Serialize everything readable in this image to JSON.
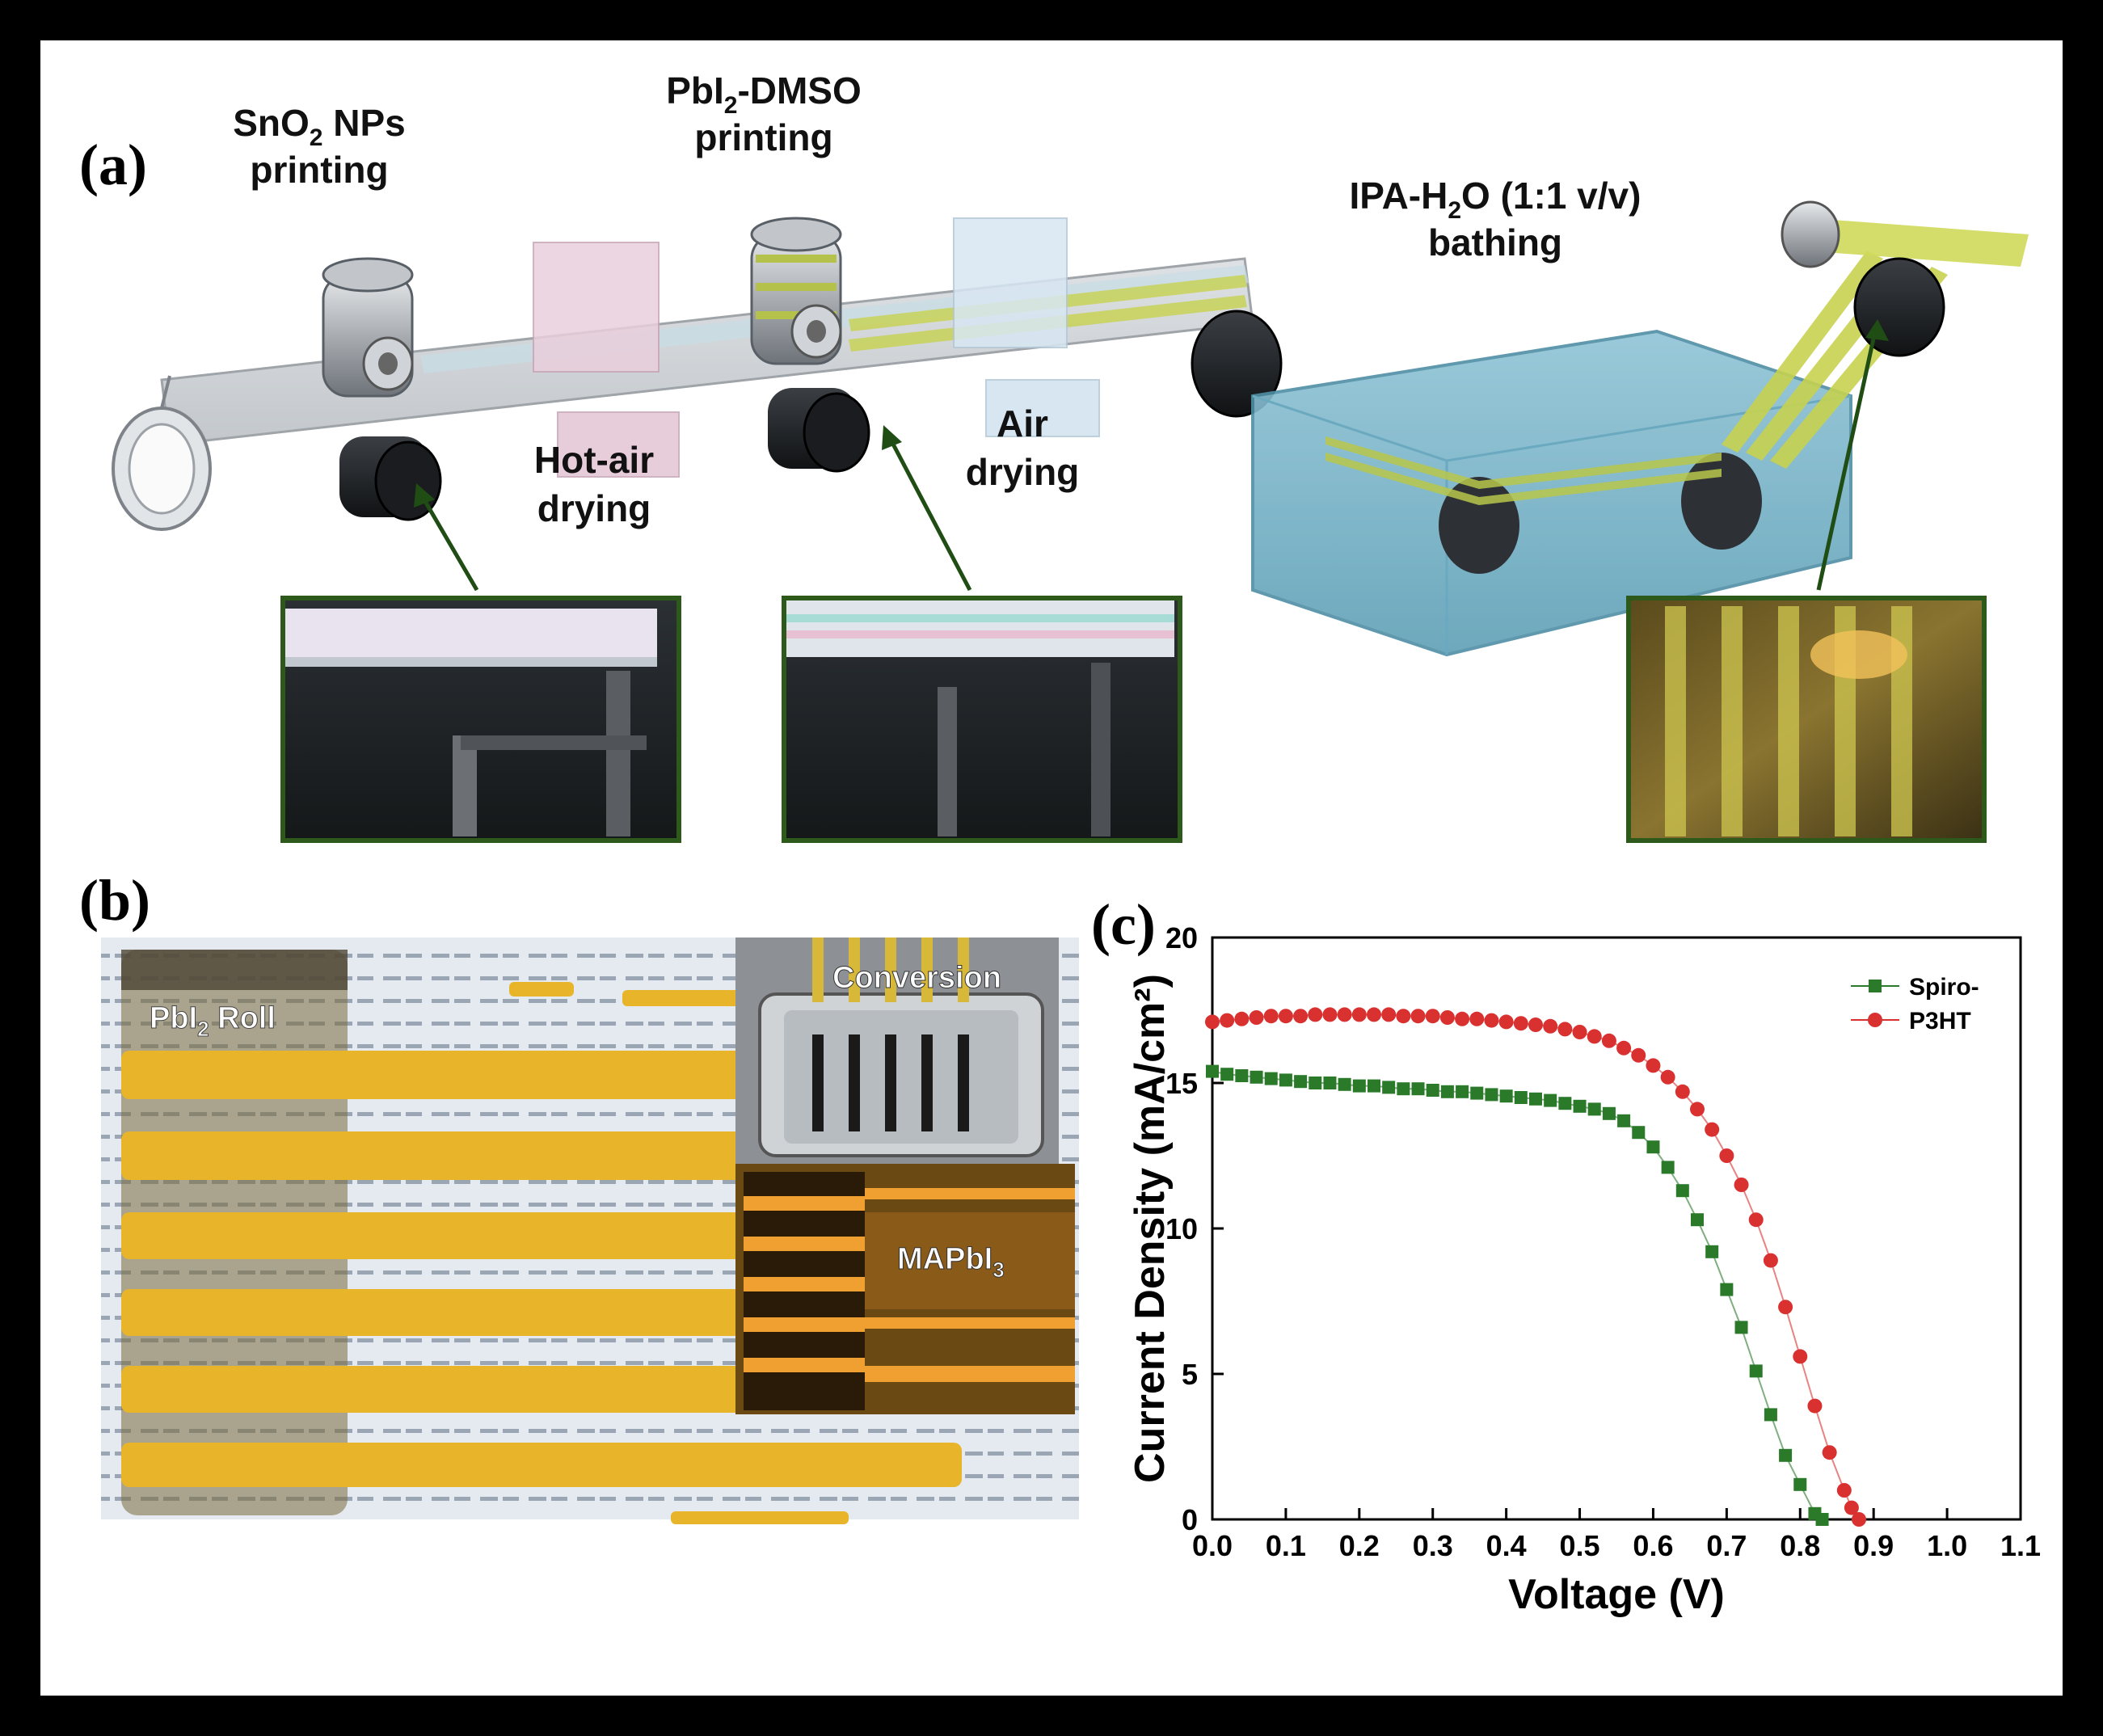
{
  "panel_a": {
    "label": "(a)",
    "steps": {
      "sno2_line1": "SnO",
      "sno2_sub": "2",
      "sno2_line1b": " NPs",
      "sno2_line2": "printing",
      "hotair_line1": "Hot-air",
      "hotair_line2": "drying",
      "pbi2_line1": "PbI",
      "pbi2_sub": "2",
      "pbi2_line1b": "-DMSO",
      "pbi2_line2": "printing",
      "air_line1": "Air",
      "air_line2": "drying",
      "ipa_line1a": "IPA-H",
      "ipa_sub": "2",
      "ipa_line1b": "O (1:1 v/v)",
      "ipa_line2": "bathing"
    }
  },
  "panel_b": {
    "label": "(b)",
    "roll_label": "PbI",
    "roll_sub": "2",
    "roll_label_b": " Roll",
    "conversion": "Conversion",
    "mapbi_label": "MAPbI",
    "mapbi_sub": "3"
  },
  "panel_c": {
    "label": "(c)"
  },
  "chart_data": {
    "type": "line",
    "xlabel": "Voltage (V)",
    "ylabel": "Current Density (mA/cm²)",
    "xlim": [
      0.0,
      1.1
    ],
    "ylim": [
      0,
      20
    ],
    "xticks": [
      "0.0",
      "0.1",
      "0.2",
      "0.3",
      "0.4",
      "0.5",
      "0.6",
      "0.7",
      "0.8",
      "0.9",
      "1.0",
      "1.1"
    ],
    "yticks": [
      "0",
      "5",
      "10",
      "15",
      "20"
    ],
    "legend_position": "top-right",
    "series": [
      {
        "name": "Spiro-",
        "color": "#2a7a2a",
        "marker": "square",
        "x": [
          0.0,
          0.02,
          0.04,
          0.06,
          0.08,
          0.1,
          0.12,
          0.14,
          0.16,
          0.18,
          0.2,
          0.22,
          0.24,
          0.26,
          0.28,
          0.3,
          0.32,
          0.34,
          0.36,
          0.38,
          0.4,
          0.42,
          0.44,
          0.46,
          0.48,
          0.5,
          0.52,
          0.54,
          0.56,
          0.58,
          0.6,
          0.62,
          0.64,
          0.66,
          0.68,
          0.7,
          0.72,
          0.74,
          0.76,
          0.78,
          0.8,
          0.82,
          0.83
        ],
        "y": [
          15.4,
          15.3,
          15.25,
          15.2,
          15.15,
          15.1,
          15.05,
          15.0,
          15.0,
          14.95,
          14.9,
          14.9,
          14.85,
          14.8,
          14.8,
          14.75,
          14.7,
          14.7,
          14.65,
          14.6,
          14.55,
          14.5,
          14.45,
          14.4,
          14.3,
          14.2,
          14.1,
          13.95,
          13.7,
          13.3,
          12.8,
          12.1,
          11.3,
          10.3,
          9.2,
          7.9,
          6.6,
          5.1,
          3.6,
          2.2,
          1.2,
          0.2,
          0.0
        ]
      },
      {
        "name": "P3HT",
        "color": "#d93030",
        "marker": "circle",
        "x": [
          0.0,
          0.02,
          0.04,
          0.06,
          0.08,
          0.1,
          0.12,
          0.14,
          0.16,
          0.18,
          0.2,
          0.22,
          0.24,
          0.26,
          0.28,
          0.3,
          0.32,
          0.34,
          0.36,
          0.38,
          0.4,
          0.42,
          0.44,
          0.46,
          0.48,
          0.5,
          0.52,
          0.54,
          0.56,
          0.58,
          0.6,
          0.62,
          0.64,
          0.66,
          0.68,
          0.7,
          0.72,
          0.74,
          0.76,
          0.78,
          0.8,
          0.82,
          0.84,
          0.86,
          0.87,
          0.88
        ],
        "y": [
          17.1,
          17.15,
          17.2,
          17.25,
          17.3,
          17.3,
          17.3,
          17.35,
          17.35,
          17.35,
          17.35,
          17.35,
          17.35,
          17.3,
          17.3,
          17.3,
          17.25,
          17.2,
          17.2,
          17.15,
          17.1,
          17.05,
          17.0,
          16.95,
          16.85,
          16.75,
          16.6,
          16.45,
          16.2,
          15.95,
          15.6,
          15.2,
          14.7,
          14.1,
          13.4,
          12.5,
          11.5,
          10.3,
          8.9,
          7.3,
          5.6,
          3.9,
          2.3,
          1.0,
          0.4,
          0.0
        ]
      }
    ]
  }
}
